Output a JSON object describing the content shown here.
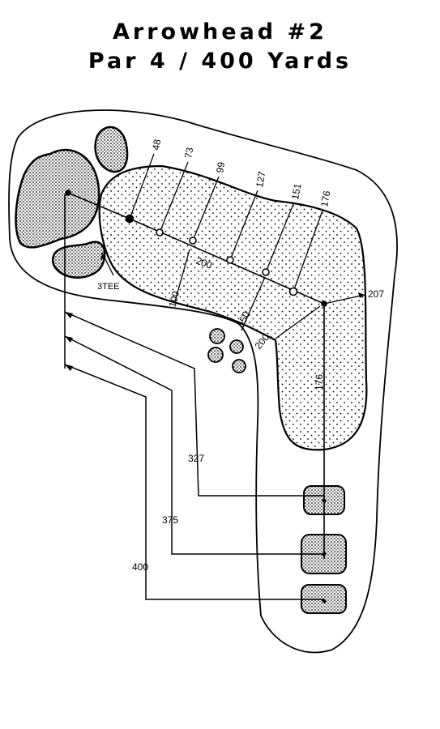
{
  "header": {
    "title": "Arrowhead #2",
    "subtitle": "Par 4 / 400 Yards"
  },
  "hole": {
    "tee_label": "3TEE",
    "distance_markers": [
      "48",
      "73",
      "99",
      "127",
      "151",
      "176"
    ],
    "dogleg_label": "207",
    "carry_labels": [
      "100",
      "150",
      "200",
      "200"
    ],
    "leg_label": "176",
    "tee_yardages": [
      "327",
      "375",
      "400"
    ]
  }
}
